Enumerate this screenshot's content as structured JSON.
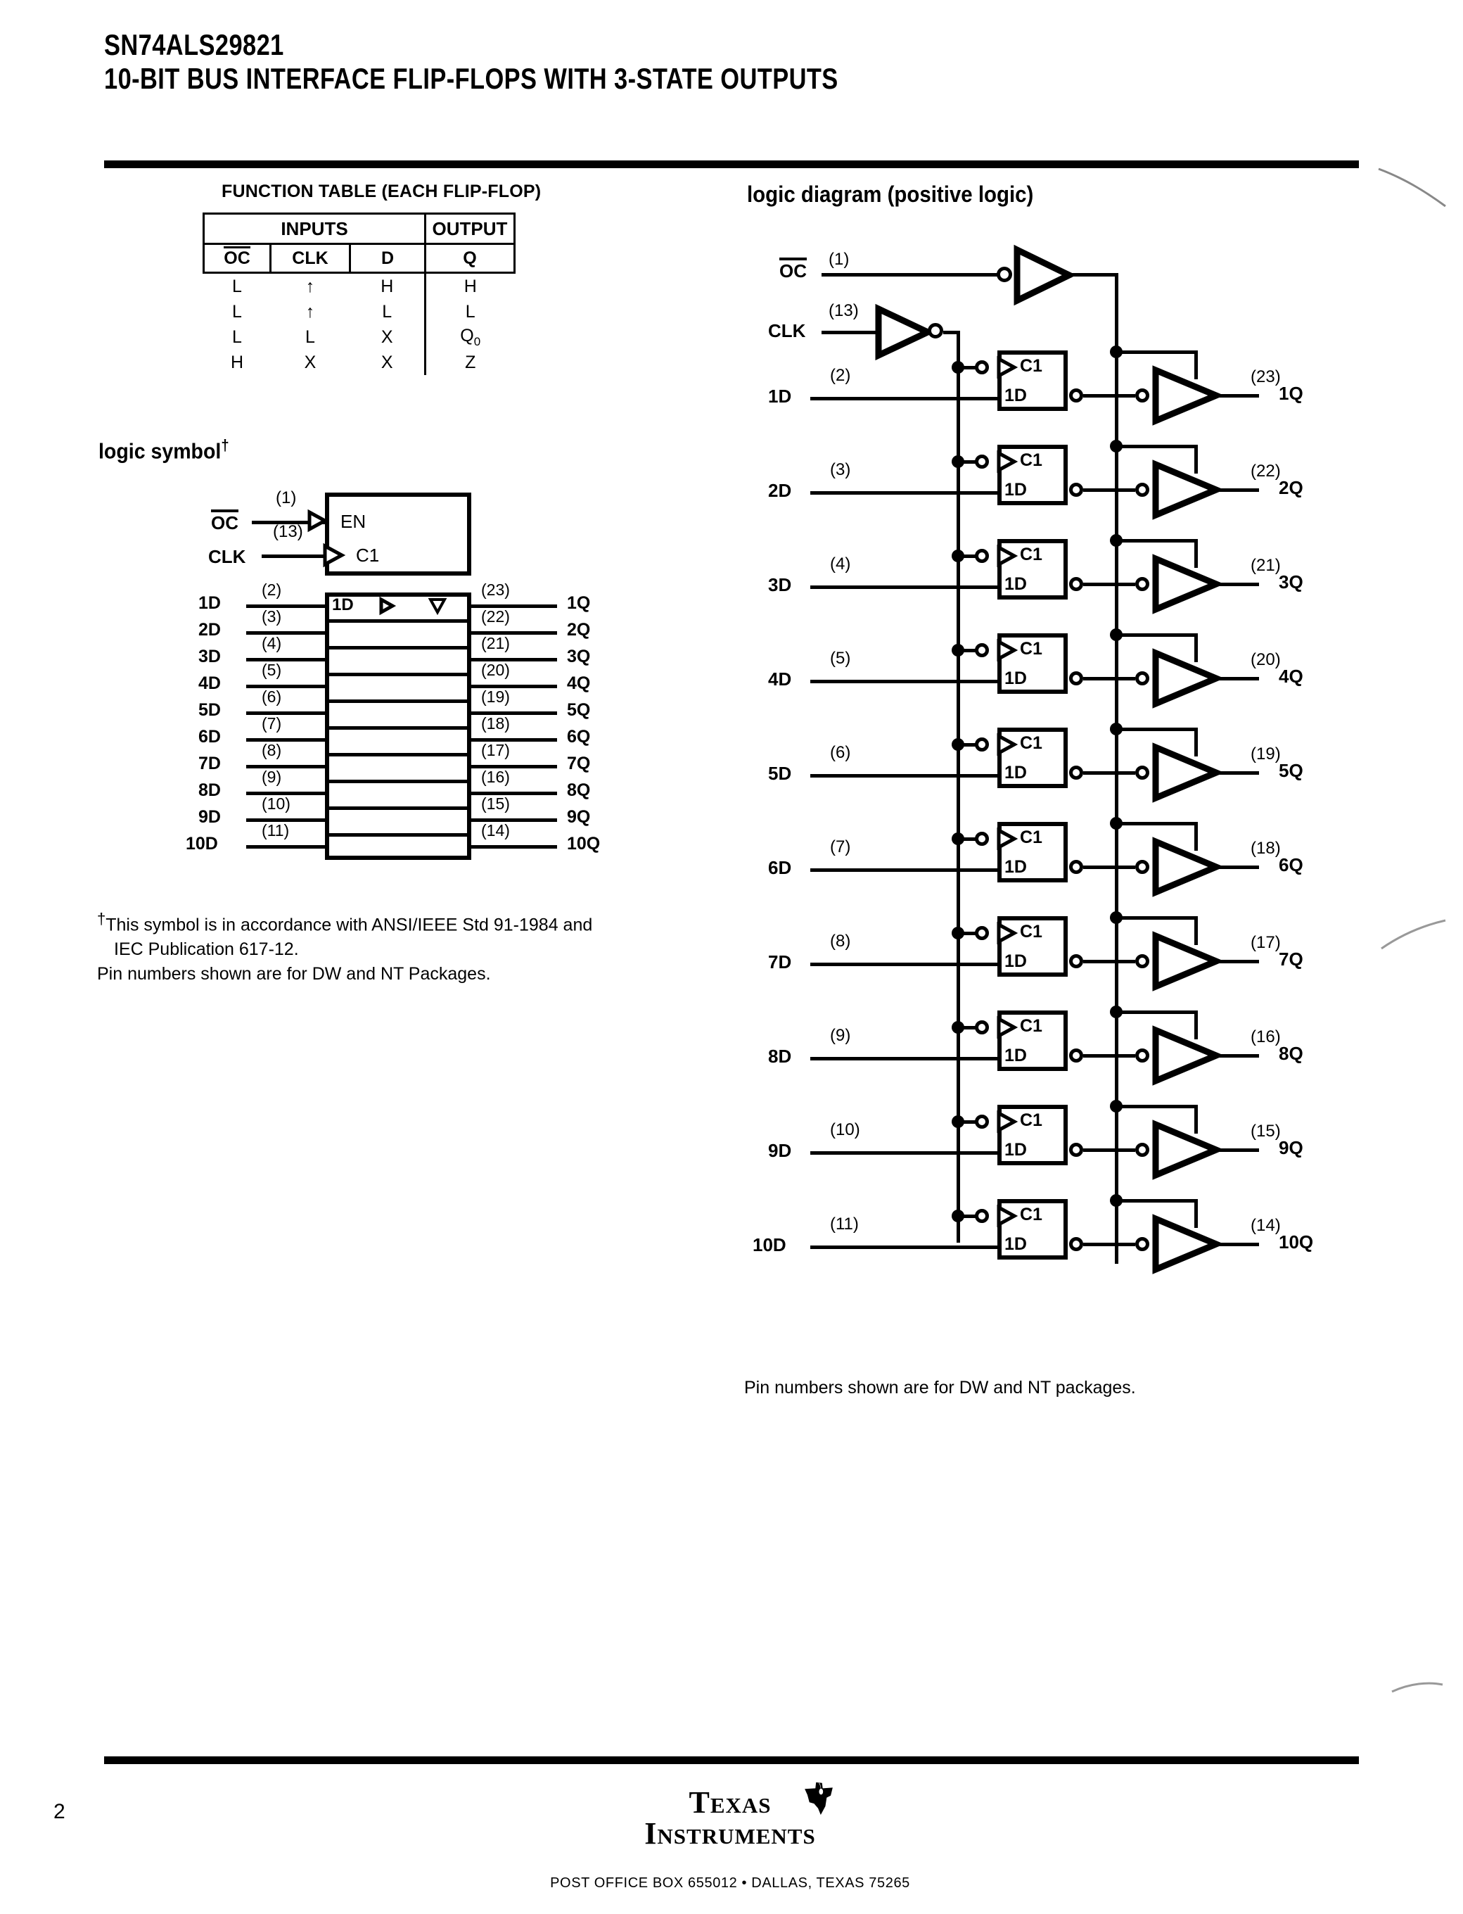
{
  "document": {
    "part_number": "SN74ALS29821",
    "title": "10-BIT BUS INTERFACE FLIP-FLOPS WITH 3-STATE OUTPUTS",
    "page_number": "2"
  },
  "function_table": {
    "caption": "FUNCTION TABLE (EACH FLIP-FLOP)",
    "group_headers": [
      "INPUTS",
      "OUTPUT"
    ],
    "columns": [
      "OC",
      "CLK",
      "D",
      "Q"
    ],
    "oc_overline": true,
    "rows": [
      {
        "oc": "L",
        "clk": "↑",
        "d": "H",
        "q": "H"
      },
      {
        "oc": "L",
        "clk": "↑",
        "d": "L",
        "q": "L"
      },
      {
        "oc": "L",
        "clk": "L",
        "d": "X",
        "q": "Q0"
      },
      {
        "oc": "H",
        "clk": "X",
        "d": "X",
        "q": "Z"
      }
    ],
    "q_subscript_row": 2,
    "q_subscript": "0"
  },
  "logic_symbol": {
    "heading": "logic symbol",
    "heading_dagger": "†",
    "control_inputs": [
      {
        "label": "OC",
        "overline": true,
        "pin": "(1)",
        "qualifier": "EN"
      },
      {
        "label": "CLK",
        "overline": false,
        "pin": "(13)",
        "qualifier": "C1"
      }
    ],
    "first_cell_label": "1D",
    "data_inputs": [
      {
        "label": "1D",
        "pin": "(2)"
      },
      {
        "label": "2D",
        "pin": "(3)"
      },
      {
        "label": "3D",
        "pin": "(4)"
      },
      {
        "label": "4D",
        "pin": "(5)"
      },
      {
        "label": "5D",
        "pin": "(6)"
      },
      {
        "label": "6D",
        "pin": "(7)"
      },
      {
        "label": "7D",
        "pin": "(8)"
      },
      {
        "label": "8D",
        "pin": "(9)"
      },
      {
        "label": "9D",
        "pin": "(10)"
      },
      {
        "label": "10D",
        "pin": "(11)"
      }
    ],
    "data_outputs": [
      {
        "label": "1Q",
        "pin": "(23)"
      },
      {
        "label": "2Q",
        "pin": "(22)"
      },
      {
        "label": "3Q",
        "pin": "(21)"
      },
      {
        "label": "4Q",
        "pin": "(20)"
      },
      {
        "label": "5Q",
        "pin": "(19)"
      },
      {
        "label": "6Q",
        "pin": "(18)"
      },
      {
        "label": "7Q",
        "pin": "(17)"
      },
      {
        "label": "8Q",
        "pin": "(16)"
      },
      {
        "label": "9Q",
        "pin": "(15)"
      },
      {
        "label": "10Q",
        "pin": "(14)"
      }
    ],
    "footnote": {
      "dagger": "†",
      "line1": "This symbol is in accordance with ANSI/IEEE Std 91-1984 and",
      "line2": "IEC Publication 617-12.",
      "line3": "Pin numbers shown are for DW and NT Packages."
    }
  },
  "logic_diagram": {
    "heading": "logic diagram (positive logic)",
    "caption": "Pin numbers shown are for DW and NT packages.",
    "oc": {
      "label": "OC",
      "overline": true,
      "pin": "(1)"
    },
    "clk": {
      "label": "CLK",
      "overline": false,
      "pin": "(13)"
    },
    "ff_clock_label": "C1",
    "ff_data_label": "1D",
    "stages": [
      {
        "d_label": "1D",
        "d_pin": "(2)",
        "q_label": "1Q",
        "q_pin": "(23)"
      },
      {
        "d_label": "2D",
        "d_pin": "(3)",
        "q_label": "2Q",
        "q_pin": "(22)"
      },
      {
        "d_label": "3D",
        "d_pin": "(4)",
        "q_label": "3Q",
        "q_pin": "(21)"
      },
      {
        "d_label": "4D",
        "d_pin": "(5)",
        "q_label": "4Q",
        "q_pin": "(20)"
      },
      {
        "d_label": "5D",
        "d_pin": "(6)",
        "q_label": "5Q",
        "q_pin": "(19)"
      },
      {
        "d_label": "6D",
        "d_pin": "(7)",
        "q_label": "6Q",
        "q_pin": "(18)"
      },
      {
        "d_label": "7D",
        "d_pin": "(8)",
        "q_label": "7Q",
        "q_pin": "(17)"
      },
      {
        "d_label": "8D",
        "d_pin": "(9)",
        "q_label": "8Q",
        "q_pin": "(16)"
      },
      {
        "d_label": "9D",
        "d_pin": "(10)",
        "q_label": "9Q",
        "q_pin": "(15)"
      },
      {
        "d_label": "10D",
        "d_pin": "(11)",
        "q_label": "10Q",
        "q_pin": "(14)"
      }
    ]
  },
  "footer": {
    "company_line1": "Texas",
    "company_line2": "Instruments",
    "address": "POST OFFICE BOX 655012 • DALLAS, TEXAS 75265"
  }
}
